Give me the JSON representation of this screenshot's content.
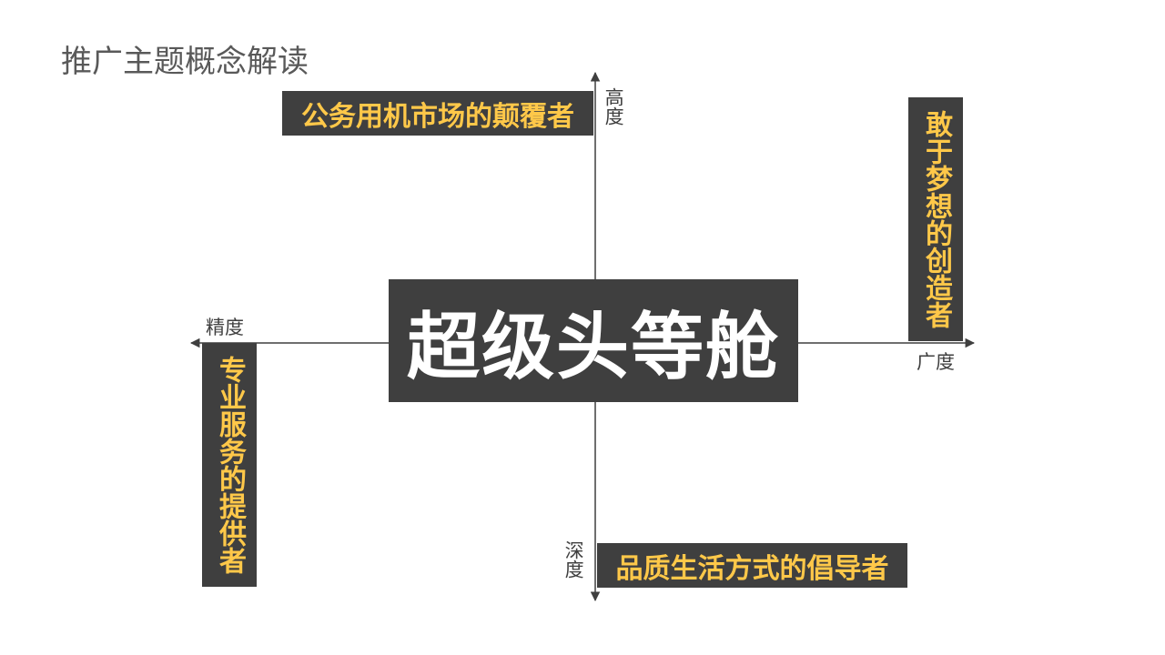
{
  "title": "推广主题概念解读",
  "center": "超级头等舱",
  "axes": {
    "top": "高度",
    "bottom": "深度",
    "left": "精度",
    "right": "广度"
  },
  "boxes": {
    "top_left": "公务用机市场的颠覆者",
    "right": "敢于梦想的创造者",
    "left": "专业服务的提供者",
    "bottom_right": "品质生活方式的倡导者"
  },
  "colors": {
    "box_background": "#3f3f3f",
    "box_text": "#ffc849",
    "center_text": "#ffffff",
    "axis": "#3f3f3f",
    "title": "#595959"
  }
}
